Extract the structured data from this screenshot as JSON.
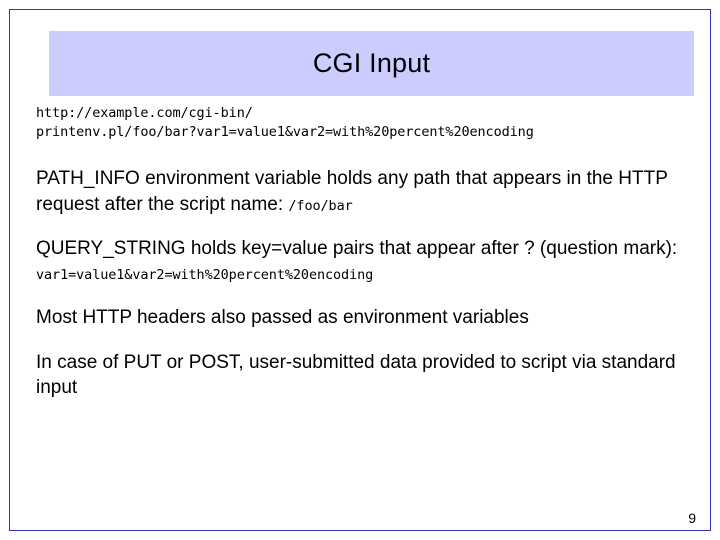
{
  "slide": {
    "title": "CGI Input",
    "page_number": "9",
    "accent_color": "#ccccff",
    "border_color": "#3333bb",
    "url_lines": [
      "http://example.com/cgi-bin/",
      "printenv.pl/foo/bar?var1=value1&var2=with%20percent%20encoding"
    ],
    "bullets": [
      {
        "text": "PATH_INFO environment variable holds any path that appears in the HTTP request after the script name: ",
        "code": "/foo/bar"
      },
      {
        "text": "QUERY_STRING holds key=value pairs that appear after ? (question mark): ",
        "code": "var1=value1&var2=with%20percent%20encoding"
      },
      {
        "text": "Most HTTP headers also passed as environment variables",
        "code": ""
      },
      {
        "text": "In case of PUT or POST, user-submitted data provided to script via standard input",
        "code": ""
      }
    ]
  }
}
